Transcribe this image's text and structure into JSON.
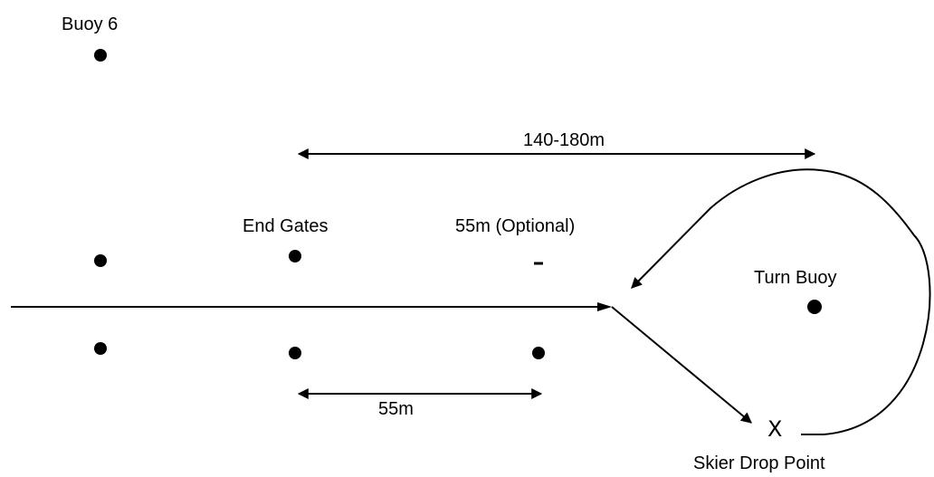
{
  "labels": {
    "buoy6": "Buoy 6",
    "distance_overall": "140-180m",
    "end_gates": "End Gates",
    "optional_gate": "55m (Optional)",
    "turn_buoy": "Turn Buoy",
    "gate_spacing": "55m",
    "drop_marker": "X",
    "skier_drop_point": "Skier Drop Point"
  },
  "colors": {
    "ink": "#000000",
    "background": "#ffffff"
  }
}
